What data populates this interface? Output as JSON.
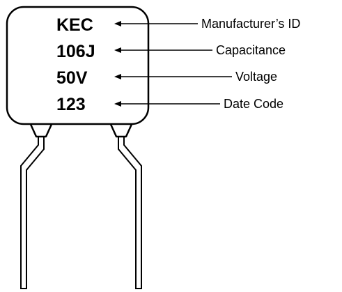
{
  "component": {
    "markings": [
      {
        "code": "KEC",
        "label": "Manufacturer’s ID"
      },
      {
        "code": "106J",
        "label": "Capacitance"
      },
      {
        "code": "50V",
        "label": "Voltage"
      },
      {
        "code": "123",
        "label": "Date Code"
      }
    ]
  },
  "colors": {
    "stroke": "#000000",
    "body_fill": "#ffffff",
    "background": "#ffffff"
  }
}
